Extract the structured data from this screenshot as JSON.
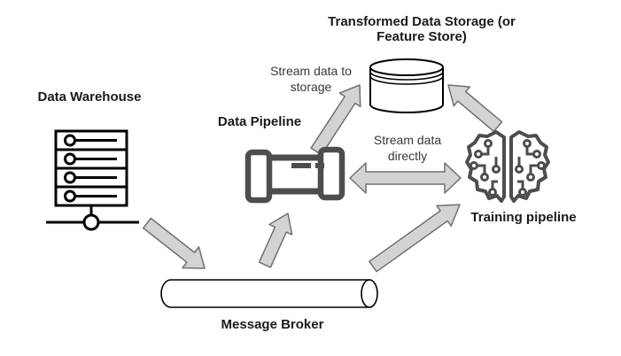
{
  "diagram": {
    "nodes": {
      "data_warehouse": {
        "label": "Data Warehouse",
        "icon": "server-rack-icon"
      },
      "message_broker": {
        "label": "Message Broker",
        "icon": "horizontal-cylinder-icon"
      },
      "data_pipeline": {
        "label": "Data Pipeline",
        "icon": "pipe-fitting-icon"
      },
      "feature_store": {
        "label": "Transformed Data Storage (or Feature Store)",
        "icon": "database-cylinder-icon"
      },
      "training_pipeline": {
        "label": "Training pipeline",
        "icon": "circuit-brain-icon"
      }
    },
    "edge_labels": {
      "stream_to_storage": "Stream data to storage",
      "stream_directly": "Stream data directly"
    },
    "colors": {
      "background": "#ffffff",
      "arrow_fill": "#d3d3d3",
      "arrow_stroke": "#707070",
      "icon_dark": "#4d4d4d",
      "icon_black": "#000000",
      "label_text": "#1a1a1a",
      "edge_label_text": "#383838"
    }
  }
}
